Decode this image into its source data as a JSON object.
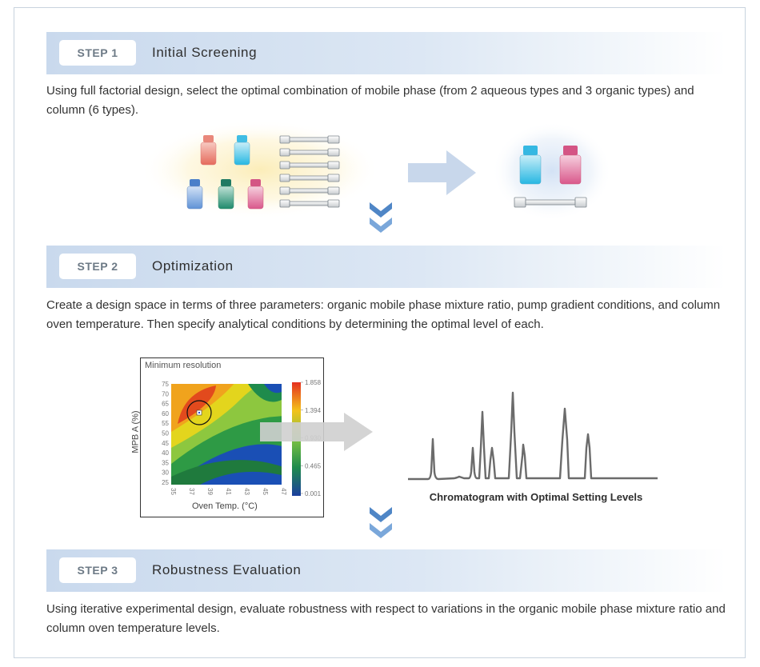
{
  "steps": [
    {
      "badge": "STEP 1",
      "title": "Initial Screening",
      "description": "Using full factorial design, select the optimal combination of mobile phase (from 2 aqueous types and 3 organic types) and column (6 types)."
    },
    {
      "badge": "STEP 2",
      "title": "Optimization",
      "description": "Create a design space in terms of three parameters: organic mobile phase mixture ratio, pump gradient conditions, and column oven temperature. Then specify analytical conditions by determining the optimal level of each."
    },
    {
      "badge": "STEP 3",
      "title": "Robustness Evaluation",
      "description": "Using iterative experimental design, evaluate robustness with respect to variations in the organic mobile phase mixture ratio and column oven temperature levels."
    }
  ],
  "heatmap": {
    "title": "Minimum resolution",
    "ylabel": "MPB A (%)",
    "xlabel": "Oven Temp. (°C)",
    "y_ticks": [
      "75",
      "70",
      "65",
      "60",
      "55",
      "50",
      "45",
      "40",
      "35",
      "30",
      "25"
    ],
    "x_ticks": [
      "35",
      "37",
      "39",
      "41",
      "43",
      "45",
      "47"
    ],
    "colorbar_ticks": [
      "1.858",
      "1.394",
      "0.930",
      "0.465",
      "0.001"
    ]
  },
  "chromatogram": {
    "caption": "Chromatogram with Optimal Setting Levels"
  },
  "colors": {
    "step_bar": "#c9d9ed",
    "arrow": "#c8d7eb",
    "chevron": "#4f86c6",
    "gray_arrow": "#cfcfcf",
    "trace": "#6b6b6b"
  }
}
